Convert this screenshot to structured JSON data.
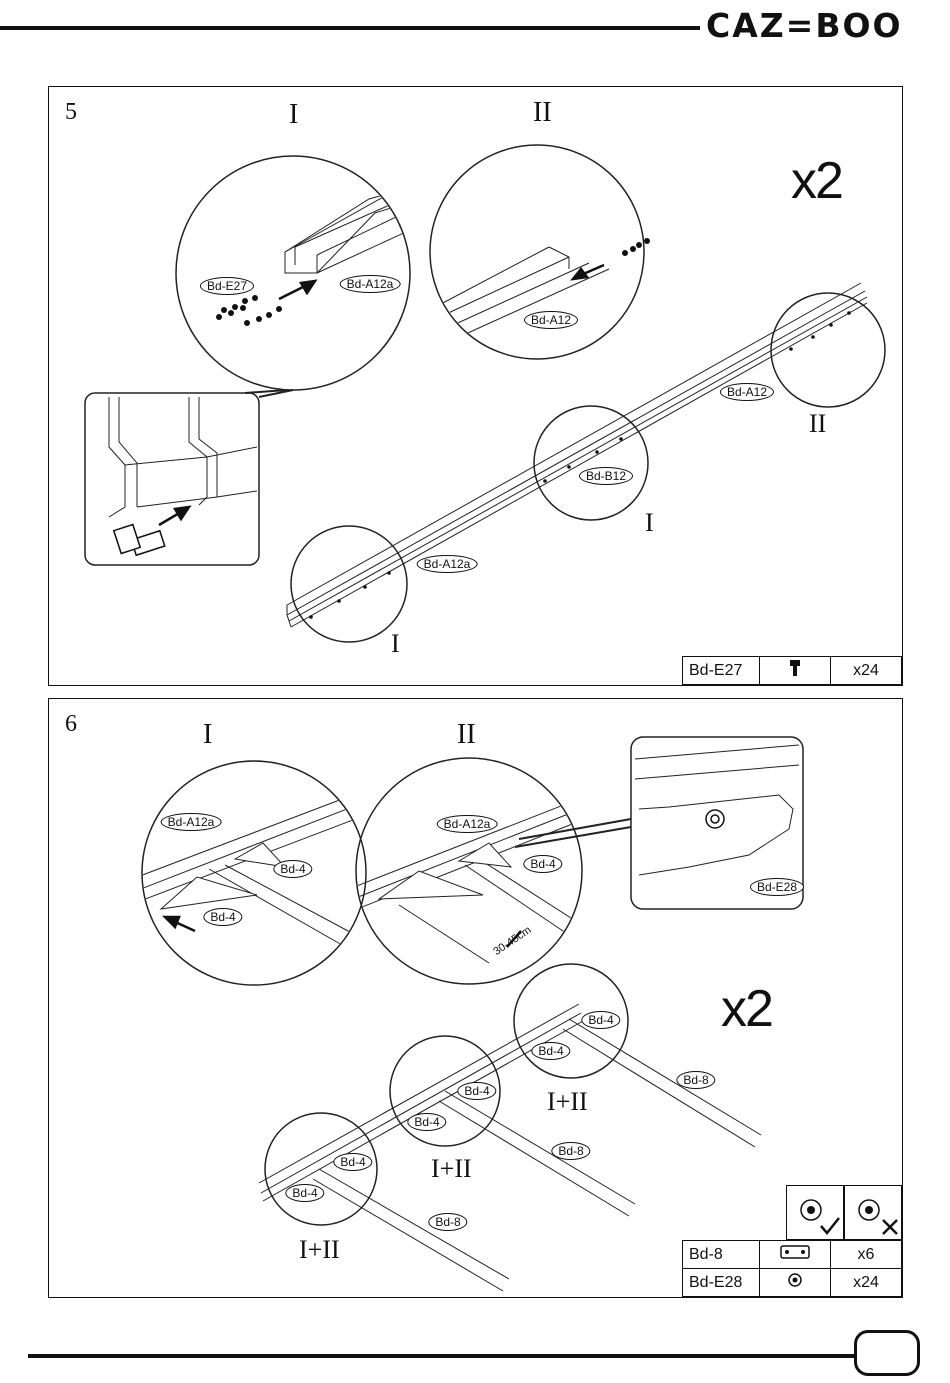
{
  "header": {
    "brand": "CAZ=BOO"
  },
  "step5": {
    "number": "5",
    "roman_top_left": "I",
    "roman_top_right": "II",
    "multiplier": "x2",
    "callouts": {
      "bd_e27": "Bd-E27",
      "bd_a12a_detail": "Bd-A12a",
      "bd_a12_detail": "Bd-A12",
      "bd_a12_main": "Bd-A12",
      "bd_b12": "Bd-B12",
      "bd_a12a_main": "Bd-A12a"
    },
    "roman_marks": {
      "right_circle": "II",
      "mid_circle": "I",
      "left_circle": "I"
    },
    "parts_table": {
      "code": "Bd-E27",
      "icon": "bolt-icon",
      "qty": "x24"
    }
  },
  "step6": {
    "number": "6",
    "roman_top_left": "I",
    "roman_top_right": "II",
    "multiplier": "x2",
    "callouts": {
      "bd_a12a_left": "Bd-A12a",
      "bd_4_left_a": "Bd-4",
      "bd_4_left_b": "Bd-4",
      "bd_a12a_right": "Bd-A12a",
      "bd_4_right": "Bd-4",
      "bd_e28": "Bd-E28",
      "dimension": "30-45cm",
      "bd_4_c1a": "Bd-4",
      "bd_4_c1b": "Bd-4",
      "bd_4_c2a": "Bd-4",
      "bd_4_c2b": "Bd-4",
      "bd_4_c3a": "Bd-4",
      "bd_4_c3b": "Bd-4",
      "bd_8_a": "Bd-8",
      "bd_8_b": "Bd-8",
      "bd_8_c": "Bd-8"
    },
    "roman_marks": {
      "c1": "I+II",
      "c2": "I+II",
      "c3": "I+II"
    },
    "parts_table": [
      {
        "code": "Bd-8",
        "icon": "connector-plate-icon",
        "qty": "x6"
      },
      {
        "code": "Bd-E28",
        "icon": "nut-icon",
        "qty": "x24"
      }
    ]
  },
  "footer": {
    "page_number": ""
  }
}
